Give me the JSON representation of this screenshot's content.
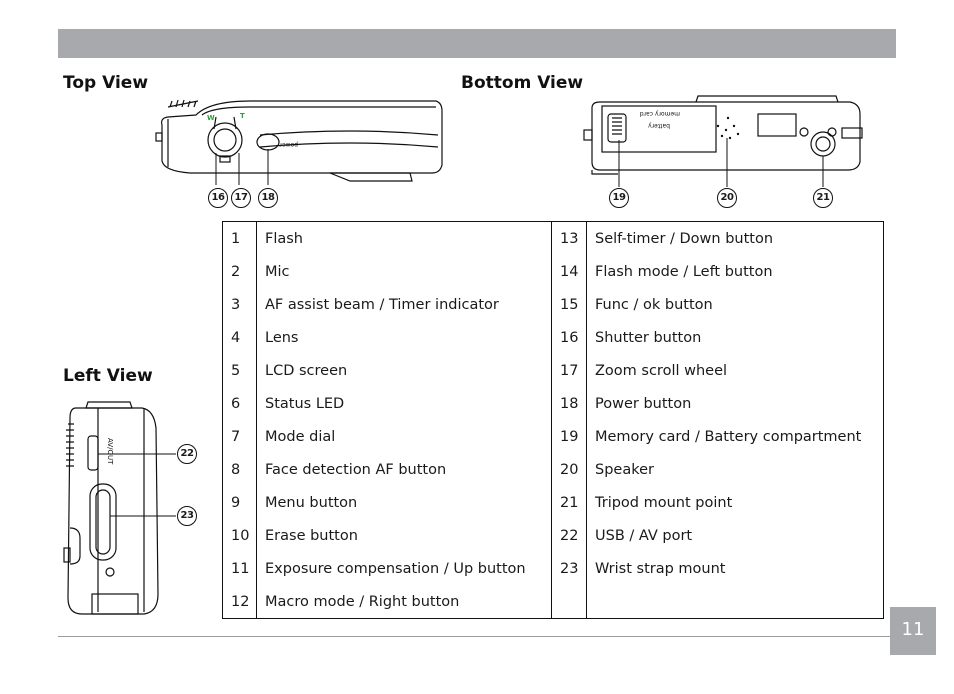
{
  "views": {
    "top": "Top View",
    "bottom": "Bottom View",
    "left": "Left View"
  },
  "camera_labels": {
    "top_w": "W",
    "top_t": "T",
    "power": "power",
    "memory_card": "memory card",
    "battery": "battery",
    "av_out": "AV/OUT"
  },
  "callouts": {
    "c16": "16",
    "c17": "17",
    "c18": "18",
    "c19": "19",
    "c20": "20",
    "c21": "21",
    "c22": "22",
    "c23": "23"
  },
  "parts": {
    "rows": [
      {
        "n1": "1",
        "l1": "Flash",
        "n2": "13",
        "l2": "Self-timer / Down button"
      },
      {
        "n1": "2",
        "l1": "Mic",
        "n2": "14",
        "l2": "Flash mode / Left button"
      },
      {
        "n1": "3",
        "l1": "AF assist beam / Timer indicator",
        "n2": "15",
        "l2": "Func / ok button"
      },
      {
        "n1": "4",
        "l1": "Lens",
        "n2": "16",
        "l2": "Shutter button"
      },
      {
        "n1": "5",
        "l1": "LCD screen",
        "n2": "17",
        "l2": "Zoom scroll wheel"
      },
      {
        "n1": "6",
        "l1": "Status LED",
        "n2": "18",
        "l2": "Power button"
      },
      {
        "n1": "7",
        "l1": "Mode dial",
        "n2": "19",
        "l2": "Memory card / Battery compartment"
      },
      {
        "n1": "8",
        "l1": "Face detection AF button",
        "n2": "20",
        "l2": "Speaker"
      },
      {
        "n1": "9",
        "l1": "Menu button",
        "n2": "21",
        "l2": "Tripod mount point"
      },
      {
        "n1": "10",
        "l1": "Erase button",
        "n2": "22",
        "l2": "USB / AV port"
      },
      {
        "n1": "11",
        "l1": "Exposure compensation / Up button",
        "n2": "23",
        "l2": "Wrist strap mount"
      },
      {
        "n1": "12",
        "l1": " Macro mode / Right button",
        "n2": "",
        "l2": ""
      }
    ]
  },
  "page_number": "11",
  "colors": {
    "bar_gray": "#a8a9ad",
    "green_mark": "#2e9e3e"
  }
}
